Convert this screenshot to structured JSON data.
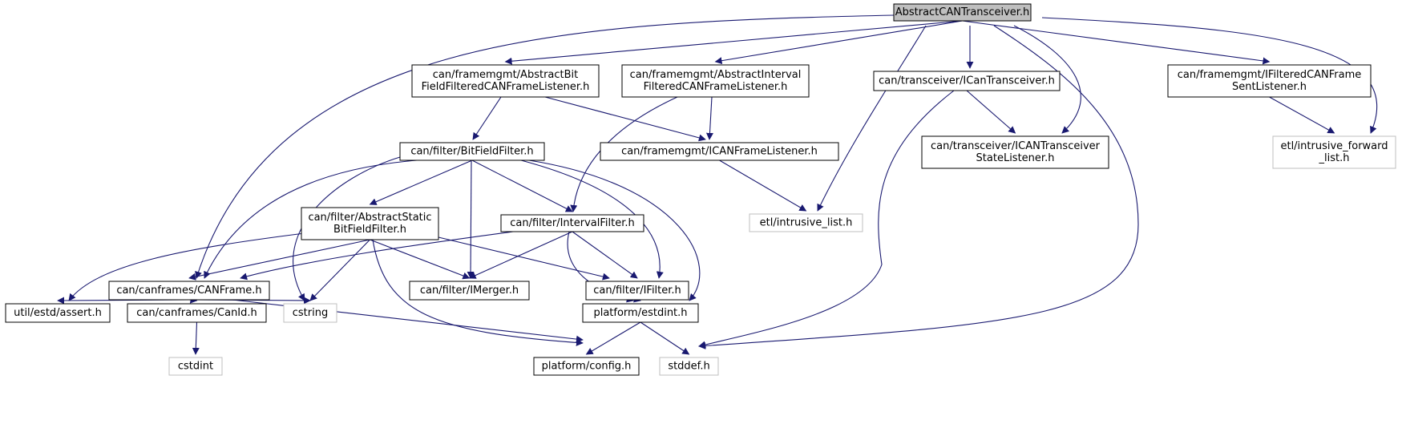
{
  "colors": {
    "edge": "#191970",
    "node_border": "#000000",
    "node_border_external": "#bfbfbf",
    "root_fill": "#bfbfbf",
    "text": "#000000",
    "text_external": "#000000"
  },
  "nodes": [
    {
      "id": "root",
      "kind": "root",
      "lines": [
        "AbstractCANTransceiver.h"
      ]
    },
    {
      "id": "bitfield_listener",
      "kind": "header",
      "lines": [
        "can/framemgmt/AbstractBit",
        "FieldFilteredCANFrameListener.h"
      ]
    },
    {
      "id": "interval_listener",
      "kind": "header",
      "lines": [
        "can/framemgmt/AbstractInterval",
        "FilteredCANFrameListener.h"
      ]
    },
    {
      "id": "ican_transceiver",
      "kind": "header",
      "lines": [
        "can/transceiver/ICanTransceiver.h"
      ]
    },
    {
      "id": "ifiltered_sent",
      "kind": "header",
      "lines": [
        "can/framemgmt/IFilteredCANFrame",
        "SentListener.h"
      ]
    },
    {
      "id": "bitfield_filter",
      "kind": "header",
      "lines": [
        "can/filter/BitFieldFilter.h"
      ]
    },
    {
      "id": "icanframe_listener",
      "kind": "header",
      "lines": [
        "can/framemgmt/ICANFrameListener.h"
      ]
    },
    {
      "id": "state_listener",
      "kind": "header",
      "lines": [
        "can/transceiver/ICANTransceiver",
        "StateListener.h"
      ]
    },
    {
      "id": "intrusive_forward",
      "kind": "external",
      "lines": [
        "etl/intrusive_forward",
        "_list.h"
      ]
    },
    {
      "id": "abstract_static",
      "kind": "header",
      "lines": [
        "can/filter/AbstractStatic",
        "BitFieldFilter.h"
      ]
    },
    {
      "id": "interval_filter",
      "kind": "header",
      "lines": [
        "can/filter/IntervalFilter.h"
      ]
    },
    {
      "id": "intrusive_list",
      "kind": "external",
      "lines": [
        "etl/intrusive_list.h"
      ]
    },
    {
      "id": "canframe",
      "kind": "header",
      "lines": [
        "can/canframes/CANFrame.h"
      ]
    },
    {
      "id": "imerger",
      "kind": "header",
      "lines": [
        "can/filter/IMerger.h"
      ]
    },
    {
      "id": "ifilter",
      "kind": "header",
      "lines": [
        "can/filter/IFilter.h"
      ]
    },
    {
      "id": "assert",
      "kind": "header",
      "lines": [
        "util/estd/assert.h"
      ]
    },
    {
      "id": "canid",
      "kind": "header",
      "lines": [
        "can/canframes/CanId.h"
      ]
    },
    {
      "id": "cstring",
      "kind": "external",
      "lines": [
        "cstring"
      ]
    },
    {
      "id": "estdint",
      "kind": "header",
      "lines": [
        "platform/estdint.h"
      ]
    },
    {
      "id": "cstdint",
      "kind": "external",
      "lines": [
        "cstdint"
      ]
    },
    {
      "id": "config",
      "kind": "header",
      "lines": [
        "platform/config.h"
      ]
    },
    {
      "id": "stddef",
      "kind": "external",
      "lines": [
        "stddef.h"
      ]
    }
  ]
}
